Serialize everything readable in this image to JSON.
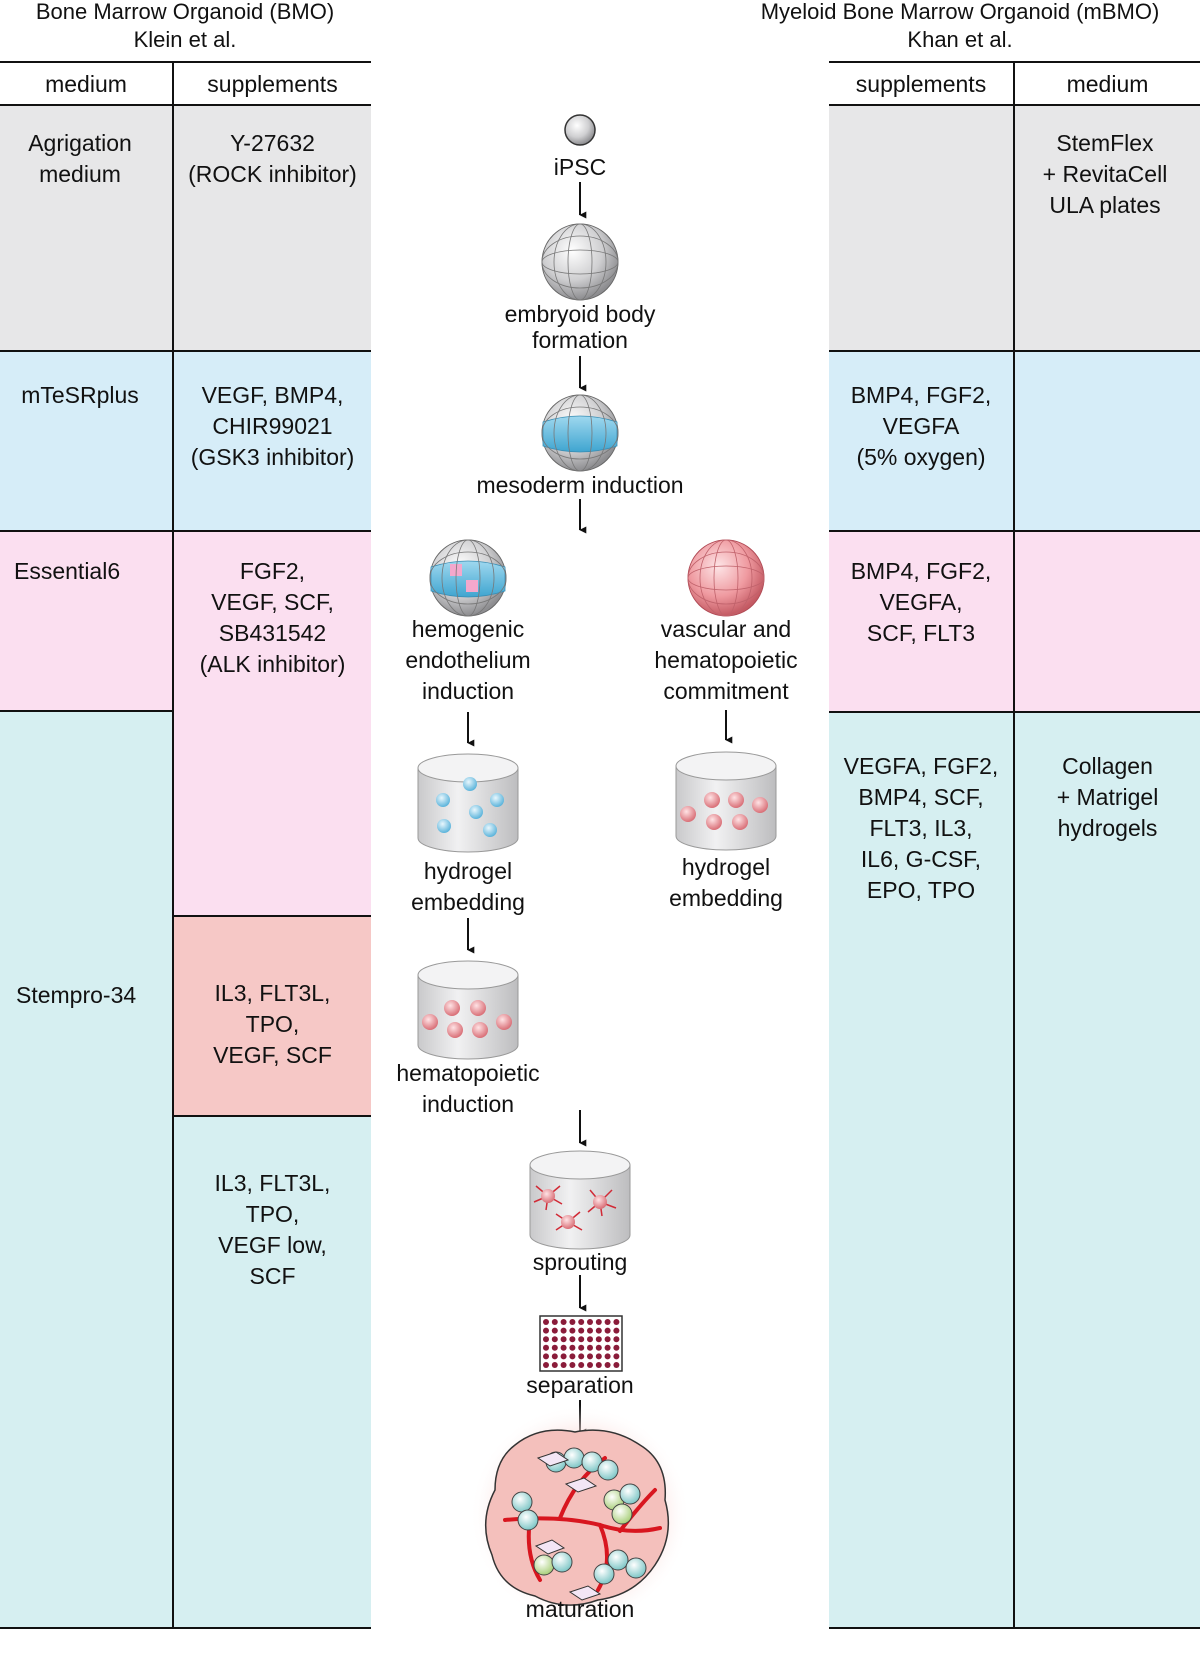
{
  "left_panel": {
    "title": "Bone Marrow Organoid (BMO)",
    "authors": "Klein et al.",
    "col_medium": "medium",
    "col_supplements": "supplements",
    "stages": [
      {
        "medium": "Agrigation\nmedium",
        "supplements": "Y-27632\n(ROCK inhibitor)"
      },
      {
        "medium": "mTeSRplus",
        "supplements": "VEGF, BMP4,\nCHIR99021\n(GSK3 inhibitor)"
      },
      {
        "medium": "Essential6",
        "supplements": "FGF2,\nVEGF, SCF,\nSB431542\n(ALK inhibitor)"
      },
      {
        "medium": "Stempro-34",
        "supplements_a": "IL3, FLT3L,\nTPO,\nVEGF, SCF",
        "supplements_b": "IL3, FLT3L,\nTPO,\nVEGF low,\nSCF"
      }
    ]
  },
  "right_panel": {
    "title": "Myeloid Bone Marrow Organoid (mBMO)",
    "authors": "Khan et al.",
    "col_supplements": "supplements",
    "col_medium": "medium",
    "stages": [
      {
        "supplements": "",
        "medium": "StemFlex\n+ RevitaCell\nULA plates"
      },
      {
        "supplements": "BMP4, FGF2,\nVEGFA\n(5% oxygen)",
        "medium": ""
      },
      {
        "supplements": "BMP4, FGF2,\nVEGFA,\nSCF, FLT3",
        "medium": ""
      },
      {
        "supplements": "VEGFA, FGF2,\nBMP4, SCF,\nFLT3, IL3,\nIL6, G-CSF,\nEPO, TPO",
        "medium": "Collagen\n+ Matrigel\nhydrogels"
      }
    ]
  },
  "workflow": {
    "ipsc": "iPSC",
    "embryoid_body": "embryoid body\nformation",
    "mesoderm": "mesoderm induction",
    "hemogenic": "hemogenic\nendothelium\ninduction",
    "vascular": "vascular and\nhematopoietic\ncommitment",
    "hydrogel_left": "hydrogel\nembedding",
    "hydrogel_right": "hydrogel\nembedding",
    "hematopoietic": "hematopoietic\ninduction",
    "sprouting": "sprouting",
    "separation": "separation",
    "maturation": "maturation"
  },
  "colors": {
    "grey": "#e7e7e8",
    "blue": "#d6edf8",
    "pink": "#fbdff0",
    "salmon": "#f6c8c6",
    "teal": "#d6eff1"
  }
}
